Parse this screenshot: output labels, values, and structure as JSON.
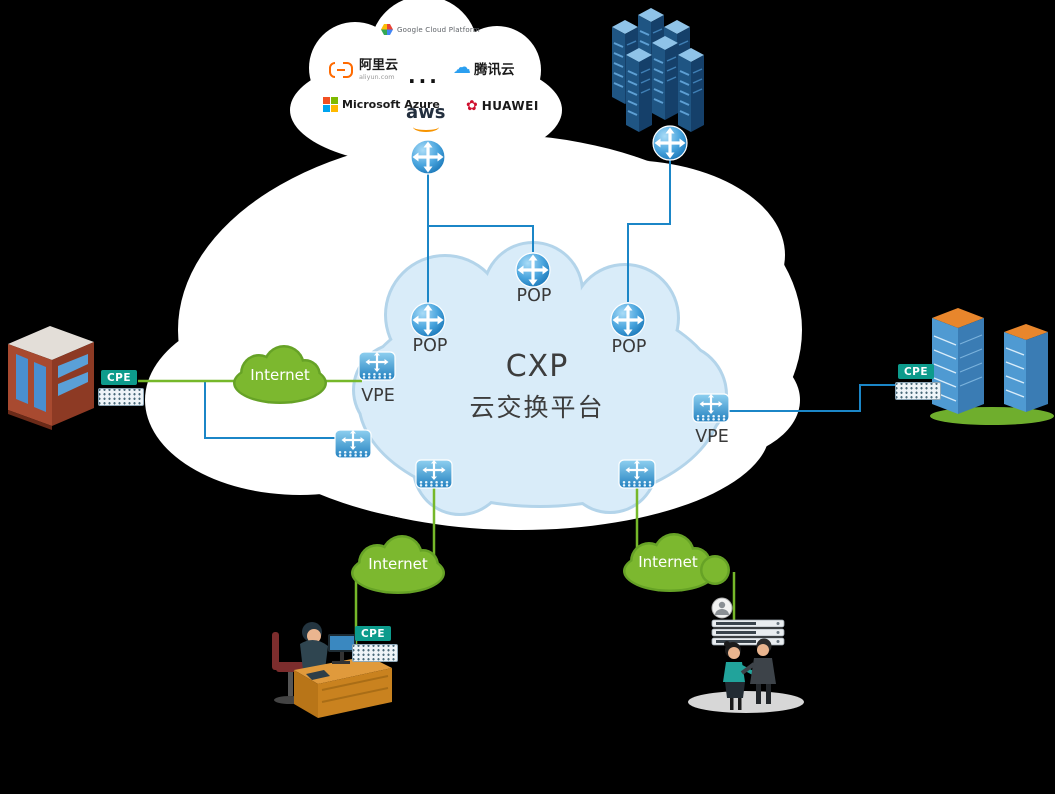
{
  "colors": {
    "background": "#000000",
    "blue_link": "#1b86c7",
    "green_link": "#76b82a",
    "cxp_cloud_fill": "#d9ecf9",
    "cxp_cloud_edge": "#b3d4ea",
    "internet_cloud_fill": "#7cb82f",
    "device_blue": "#2e8fd0",
    "cpe_tag_teal": "#0d9b8c"
  },
  "provider_cloud": {
    "google_label": "Google Cloud Platform",
    "aliyun_label": "阿里云",
    "aliyun_domain": "aliyun.com",
    "ellipsis": "...",
    "tencent_label": "腾讯云",
    "azure_label": "Microsoft Azure",
    "aws_label": "aws",
    "huawei_label": "HUAWEI"
  },
  "center_cloud": {
    "title": "CXP",
    "subtitle": "云交换平台"
  },
  "labels": {
    "pop": "POP",
    "vpe": "VPE",
    "cpe": "CPE",
    "internet": "Internet"
  },
  "icons": {
    "router-icon": "blue sphere with 4-way white arrows",
    "switch-icon": "blue box with 4-way arrows and port dots",
    "tencent-cloud-icon": "☁",
    "huawei-flower-icon": "✿"
  }
}
